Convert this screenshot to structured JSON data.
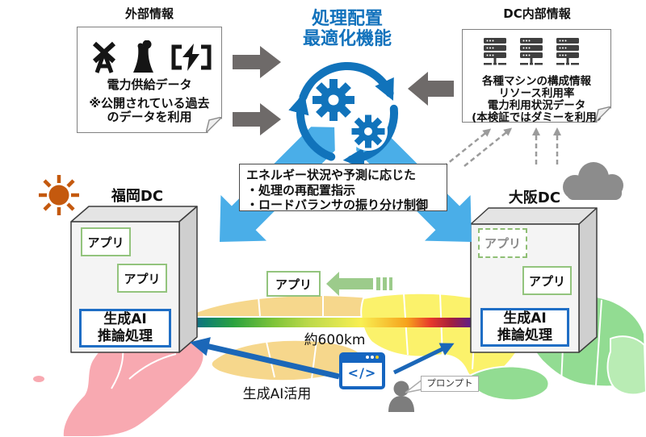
{
  "optimizer": {
    "title_line1": "処理配置",
    "title_line2": "最適化機能",
    "icon": "gears-cycle-icon"
  },
  "external_info": {
    "title": "外部情報",
    "icons": [
      "wind-turbine-icon",
      "power-plant-icon",
      "battery-charging-icon"
    ],
    "data_label": "電力供給データ",
    "note_line1": "※公開されている過去",
    "note_line2": "のデータを利用"
  },
  "dc_internal_info": {
    "title": "DC内部情報",
    "icons": [
      "server-rack-icon",
      "server-rack-icon",
      "server-rack-icon"
    ],
    "lines": [
      "各種マシンの構成情報",
      "リソース利用率",
      "電力利用状況データ",
      "(本検証ではダミーを利用)"
    ]
  },
  "control_note": {
    "heading": "エネルギー状況や予測に応じた",
    "items": [
      "・処理の再配置指示",
      "・ロードバランサの振り分け制御"
    ]
  },
  "fukuoka_dc": {
    "label": "福岡DC",
    "weather_icon": "sun-icon",
    "apps": [
      "アプリ",
      "アプリ"
    ],
    "ai_box_line1": "生成AI",
    "ai_box_line2": "推論処理"
  },
  "osaka_dc": {
    "label": "大阪DC",
    "weather_icon": "cloud-icon",
    "app_dashed": "アプリ",
    "app": "アプリ",
    "ai_box_line1": "生成AI",
    "ai_box_line2": "推論処理"
  },
  "migration": {
    "app_label": "アプリ"
  },
  "map": {
    "distance_label": "約600km"
  },
  "usage": {
    "label": "生成AI活用",
    "code_icon_text": "</>",
    "prompt_label": "プロンプト"
  },
  "colors": {
    "accent_blue": "#1173bb",
    "light_blue_arrow": "#4aaee8",
    "gray_arrow": "#6e6a69",
    "green_app_border": "#93c47d",
    "blue_ai_border": "#1f6ec5",
    "sun_orange": "#c4590e",
    "map_pink": "#f8a9b1",
    "map_tan": "#f6d78c",
    "map_yellow": "#fbf26b",
    "map_green": "#92dc92"
  }
}
